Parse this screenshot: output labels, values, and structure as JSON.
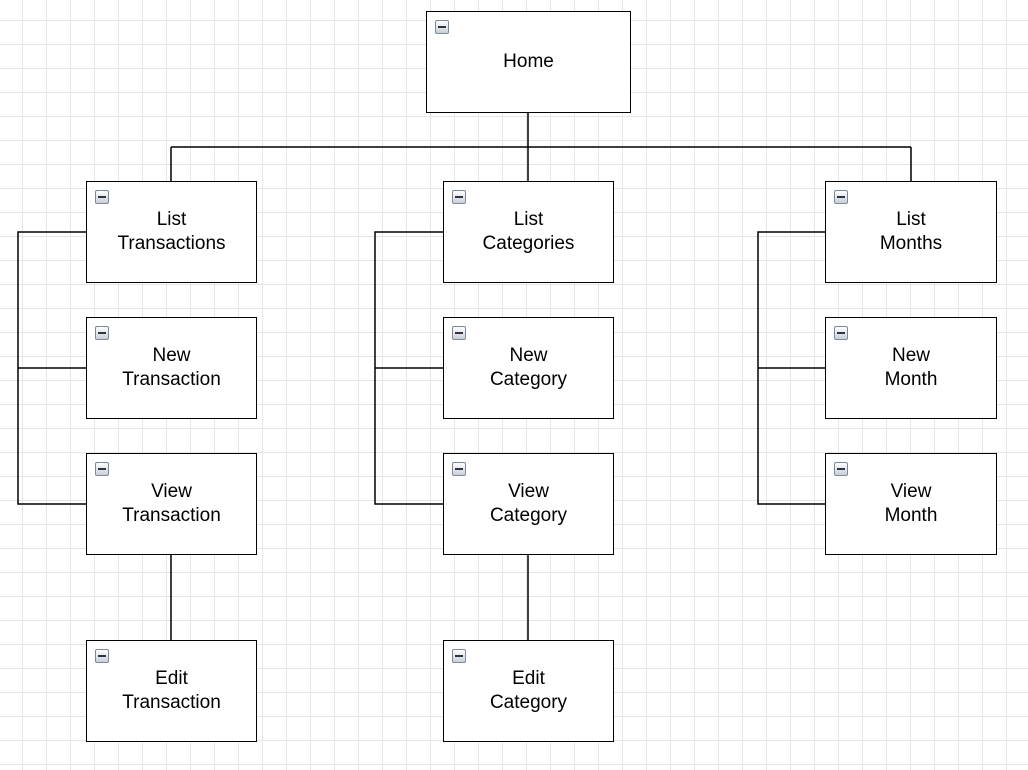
{
  "diagram": {
    "nodes": {
      "home": {
        "lines": [
          "Home"
        ]
      },
      "list_transactions": {
        "lines": [
          "List",
          "Transactions"
        ]
      },
      "new_transaction": {
        "lines": [
          "New",
          "Transaction"
        ]
      },
      "view_transaction": {
        "lines": [
          "View",
          "Transaction"
        ]
      },
      "edit_transaction": {
        "lines": [
          "Edit",
          "Transaction"
        ]
      },
      "list_categories": {
        "lines": [
          "List",
          "Categories"
        ]
      },
      "new_category": {
        "lines": [
          "New",
          "Category"
        ]
      },
      "view_category": {
        "lines": [
          "View",
          "Category"
        ]
      },
      "edit_category": {
        "lines": [
          "Edit",
          "Category"
        ]
      },
      "list_months": {
        "lines": [
          "List",
          "Months"
        ]
      },
      "new_month": {
        "lines": [
          "New",
          "Month"
        ]
      },
      "view_month": {
        "lines": [
          "View",
          "Month"
        ]
      }
    },
    "edges": [
      [
        "home",
        "list_transactions"
      ],
      [
        "home",
        "list_categories"
      ],
      [
        "home",
        "list_months"
      ],
      [
        "list_transactions",
        "new_transaction"
      ],
      [
        "list_transactions",
        "view_transaction"
      ],
      [
        "view_transaction",
        "edit_transaction"
      ],
      [
        "list_categories",
        "new_category"
      ],
      [
        "list_categories",
        "view_category"
      ],
      [
        "view_category",
        "edit_category"
      ],
      [
        "list_months",
        "new_month"
      ],
      [
        "list_months",
        "view_month"
      ]
    ],
    "colors": {
      "background": "#ffffff",
      "grid": "#e6e6e6",
      "node_border": "#000000",
      "connector": "#000000",
      "toggle_fill": "#c9d0d9"
    },
    "toggle_icon": "collapse-minus-icon"
  }
}
